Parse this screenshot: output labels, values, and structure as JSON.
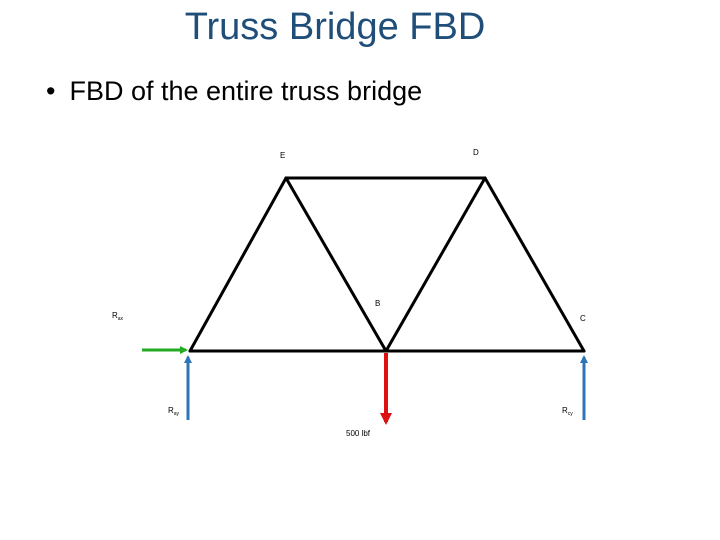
{
  "slide": {
    "title": "Truss Bridge FBD",
    "bullet": "FBD of the entire truss bridge"
  },
  "diagram": {
    "nodes": {
      "E": "E",
      "D": "D",
      "B": "B",
      "C": "C"
    },
    "reactions": {
      "Rax_main": "R",
      "Rax_sub": "ax",
      "Ray_main": "R",
      "Ray_sub": "ay",
      "Rcy_main": "R",
      "Rcy_sub": "cy"
    },
    "load_label": "500 lbf"
  },
  "colors": {
    "member": "#000000",
    "horizontal_reaction": "#22aa22",
    "vertical_reaction": "#2e75b6",
    "load": "#dd1111",
    "title": "#1f4e79"
  }
}
